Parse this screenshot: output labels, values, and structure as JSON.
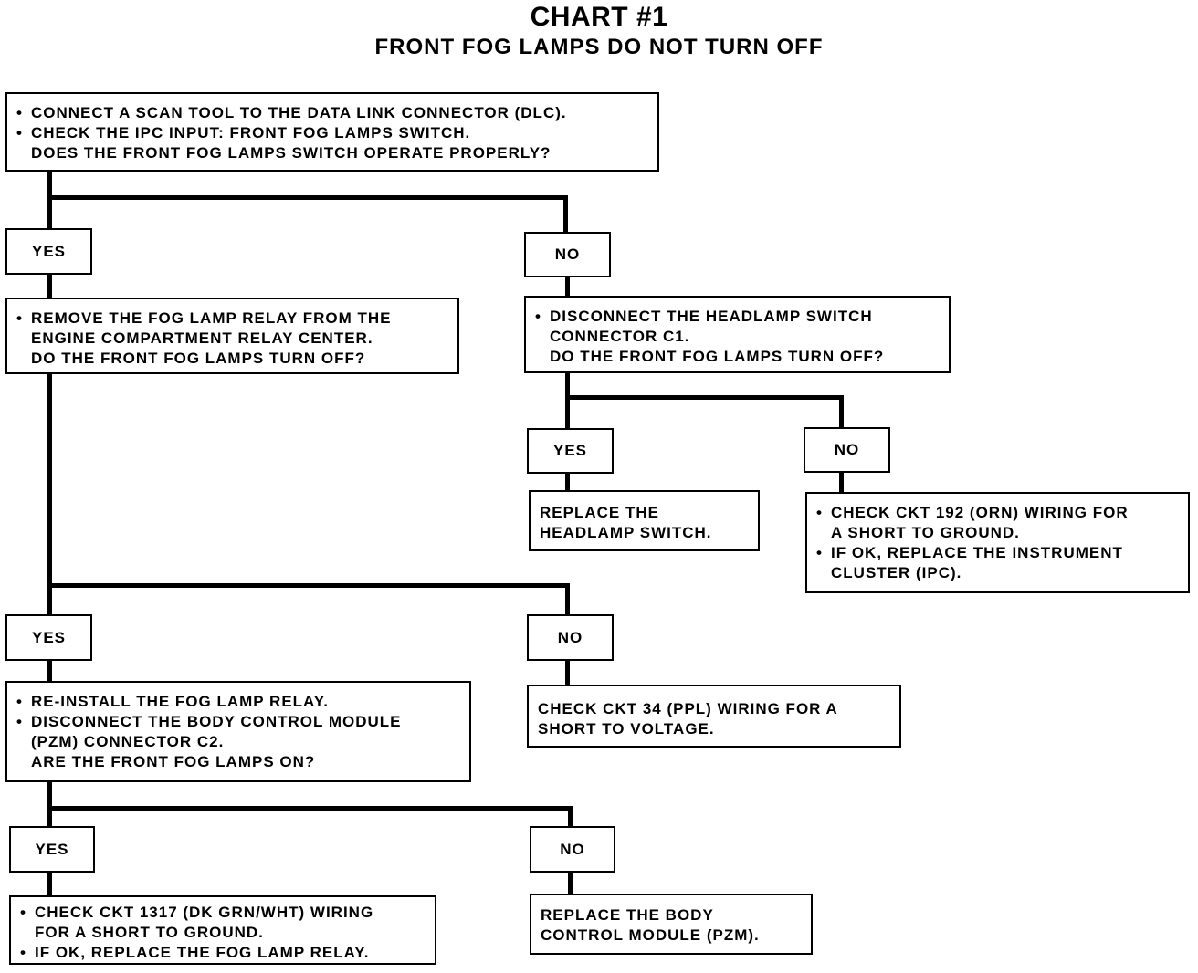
{
  "title": "CHART #1",
  "subtitle": "FRONT FOG LAMPS DO NOT TURN OFF",
  "labels": {
    "yes": "YES",
    "no": "NO"
  },
  "step1": {
    "items": [
      "CONNECT A SCAN TOOL TO THE DATA LINK CONNECTOR (DLC).",
      "CHECK THE IPC INPUT: FRONT FOG LAMPS SWITCH."
    ],
    "question": "DOES THE FRONT FOG LAMPS SWITCH OPERATE PROPERLY?"
  },
  "step2_yes": {
    "items": [
      "REMOVE THE FOG LAMP RELAY FROM THE",
      "ENGINE COMPARTMENT RELAY CENTER."
    ],
    "question": "DO THE FRONT FOG LAMPS TURN OFF?"
  },
  "step2_no": {
    "items": [
      "DISCONNECT THE HEADLAMP SWITCH",
      "CONNECTOR C1."
    ],
    "question": "DO THE FRONT FOG LAMPS TURN OFF?"
  },
  "replace_headlamp": {
    "line1": "REPLACE THE",
    "line2": "HEADLAMP SWITCH."
  },
  "check_ckt192": {
    "items": [
      "CHECK CKT 192 (ORN) WIRING FOR",
      "A SHORT TO GROUND.",
      "IF OK, REPLACE THE INSTRUMENT",
      "CLUSTER (IPC)."
    ]
  },
  "step3_yes": {
    "items": [
      "RE-INSTALL THE FOG LAMP RELAY.",
      "DISCONNECT THE BODY CONTROL MODULE",
      "(PZM) CONNECTOR C2."
    ],
    "question": "ARE THE FRONT FOG LAMPS ON?"
  },
  "check_ckt34": {
    "line1": "CHECK CKT 34 (PPL) WIRING FOR A",
    "line2": "SHORT TO VOLTAGE."
  },
  "check_ckt1317": {
    "items": [
      "CHECK CKT 1317 (DK GRN/WHT) WIRING",
      "FOR A SHORT TO GROUND.",
      "IF OK, REPLACE THE FOG LAMP RELAY."
    ]
  },
  "replace_bcm": {
    "line1": "REPLACE THE BODY",
    "line2": "CONTROL MODULE (PZM)."
  }
}
